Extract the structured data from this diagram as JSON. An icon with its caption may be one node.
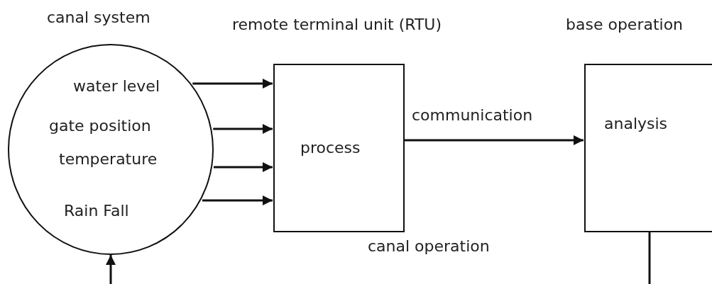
{
  "diagram": {
    "nodes": [
      {
        "text": [
          "canal system",
          "water level",
          "gate position",
          "temperature",
          "Rain Fall"
        ]
      },
      {
        "text": [
          "remote terminal unit (RTU)",
          "process"
        ]
      },
      {
        "text": [
          "base operation",
          "analysis"
        ]
      }
    ],
    "edges": [
      {
        "from": 0,
        "to": 1,
        "arrow": "to"
      },
      {
        "from": 0,
        "to": 1,
        "arrow": "to"
      },
      {
        "from": 0,
        "to": 1,
        "arrow": "to"
      },
      {
        "from": 0,
        "to": 1,
        "arrow": "to"
      },
      {
        "from": 1,
        "to": 2,
        "arrow": "to",
        "label": "communication"
      },
      {
        "from": null,
        "to": 0,
        "arrow": "to"
      },
      {
        "from": 2,
        "to": null,
        "arrow": "none"
      }
    ],
    "labels": [
      "canal operation"
    ]
  }
}
